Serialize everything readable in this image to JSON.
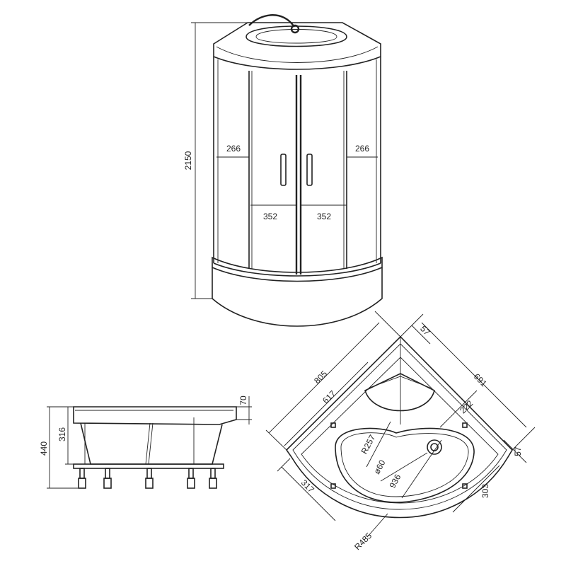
{
  "front_view": {
    "height": "2150",
    "side_left": "266",
    "side_right": "266",
    "door_left": "352",
    "door_right": "352"
  },
  "side_view": {
    "total_height": "440",
    "tray_height": "316",
    "rim_height": "70"
  },
  "top_view": {
    "width_outer": "805",
    "width_inner": "617",
    "depth": "691",
    "offset_top": "57",
    "offset_right": "57",
    "radius_seat": "222",
    "radius_inner": "R257",
    "drain": "ø60",
    "diagonal": "936",
    "leg_left": "317",
    "leg_right": "303",
    "radius_outer": "R485"
  }
}
